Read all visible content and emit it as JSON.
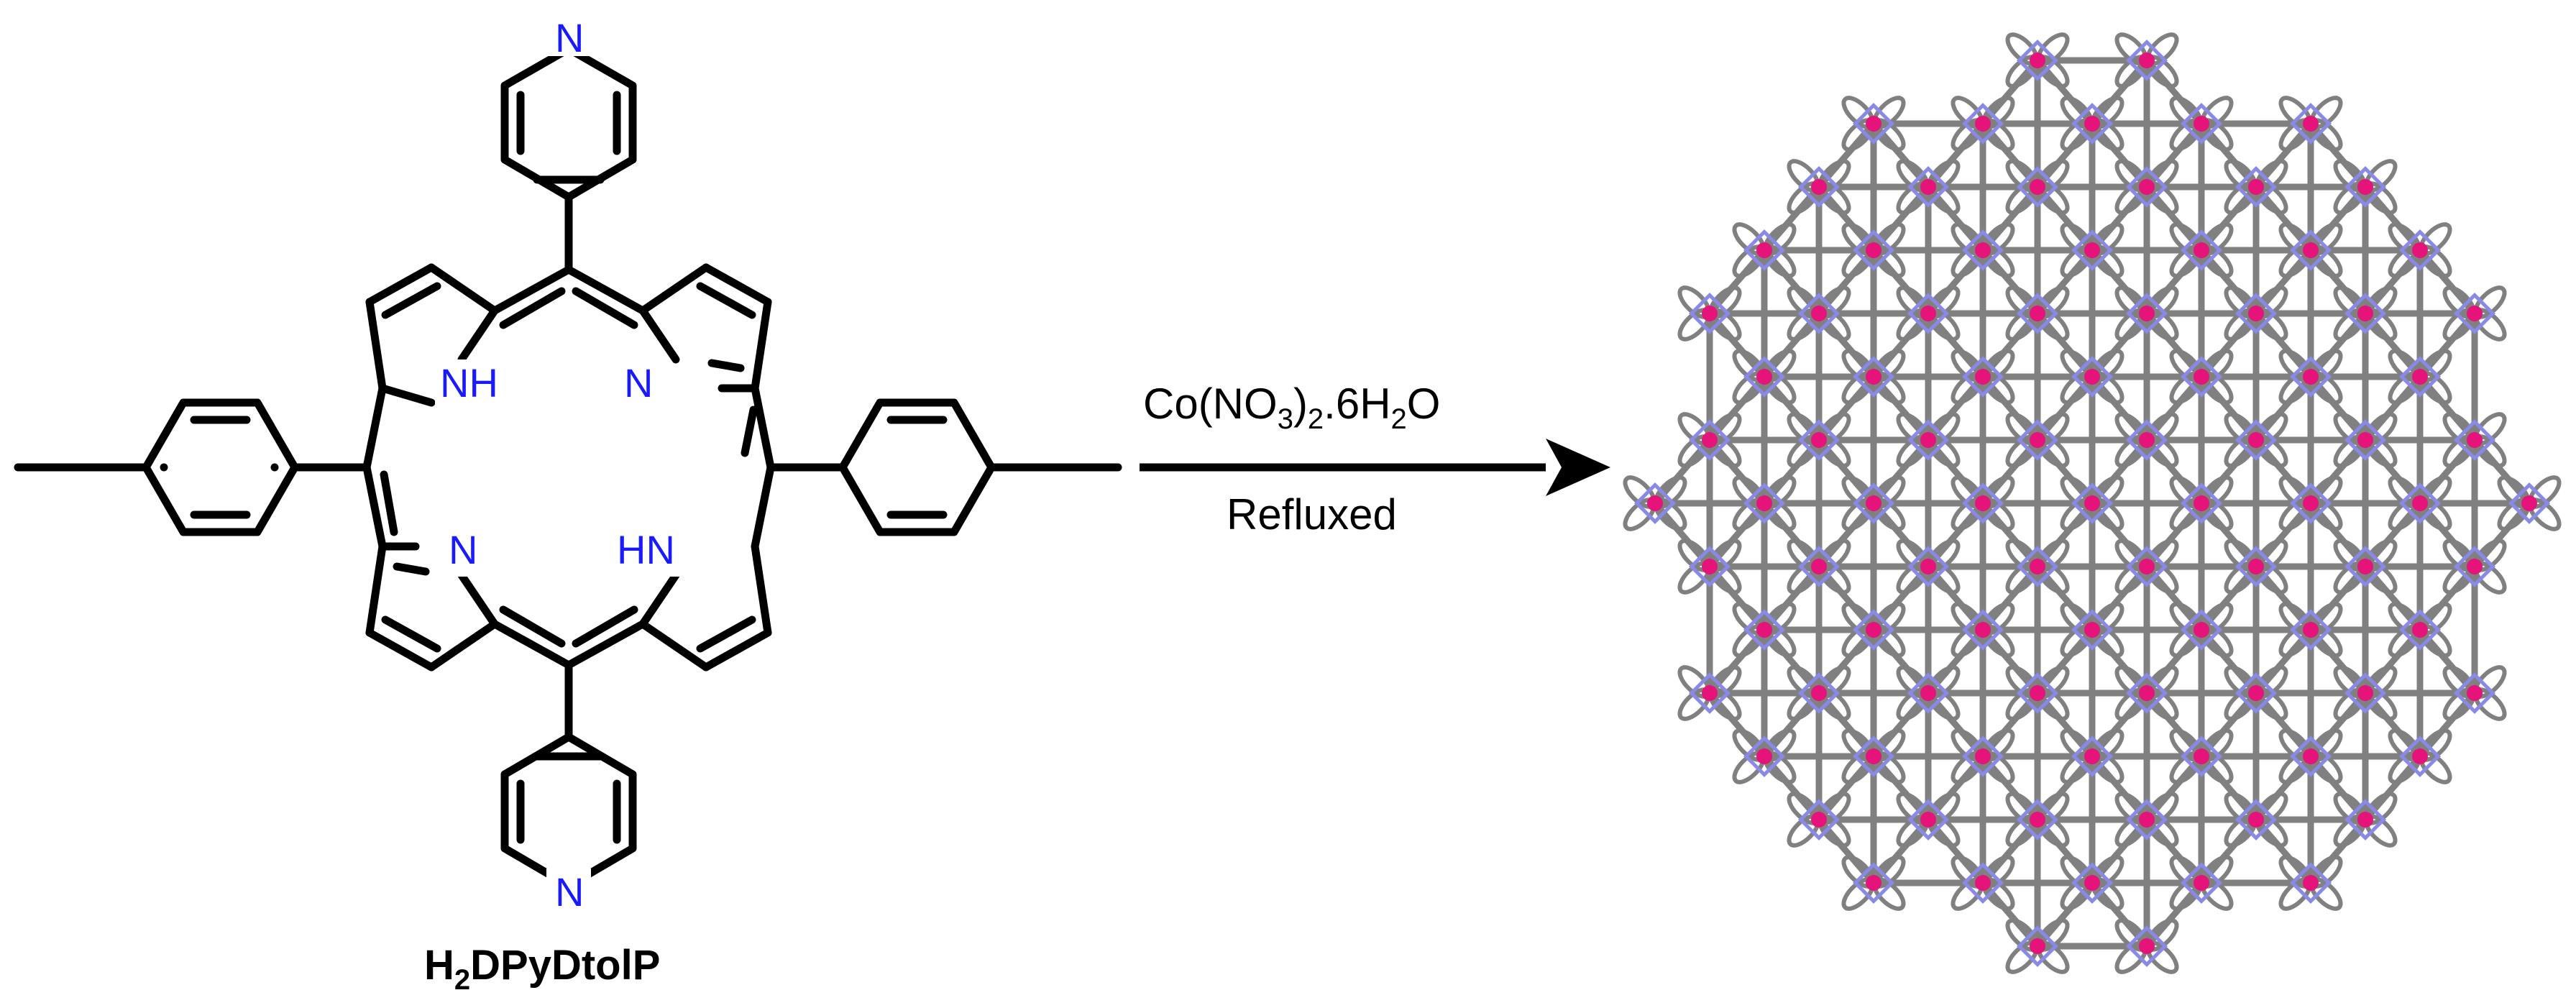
{
  "molecule": {
    "name_main": "H",
    "name_sub": "2",
    "name_rest": "DPyDtolP",
    "atoms": {
      "n_top": "N",
      "n_bottom": "N",
      "nh_left": "NH",
      "n_right": "N",
      "n_left_lower": "N",
      "hn_right_lower": "HN"
    }
  },
  "reaction": {
    "reagent_1": "Co(NO",
    "reagent_sub1": "3",
    "reagent_2": ")",
    "reagent_sub2": "2",
    "reagent_3": ".6H",
    "reagent_sub3": "2",
    "reagent_4": "O",
    "condition": "Refluxed"
  },
  "colors": {
    "bond": "#000000",
    "nitrogen": "#1a1aff",
    "framework_carbon": "#808080",
    "framework_nitrogen": "#8a8ae6",
    "cobalt": "#e6147a"
  }
}
